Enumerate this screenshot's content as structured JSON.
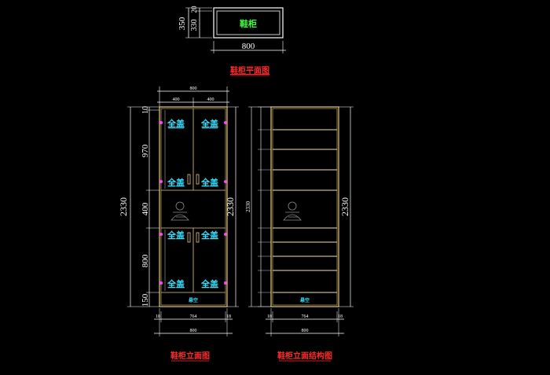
{
  "plan": {
    "box_label": "鞋柜",
    "depth_total": "350",
    "depth_top": "20",
    "depth_inner": "330",
    "width": "800",
    "caption": "鞋柜平面图"
  },
  "front": {
    "width_total": "800",
    "width_left": "400",
    "width_right": "400",
    "heights": [
      "10",
      "970",
      "400",
      "800",
      "150"
    ],
    "height_total": "2330",
    "door_label": "全盖",
    "base_label": "悬空",
    "bottom_left": "18",
    "bottom_inner": "764",
    "bottom_right": "18",
    "bottom_total": "800",
    "caption": "鞋柜立面图"
  },
  "structure": {
    "height_total": "2330",
    "base_label": "悬空",
    "bottom_left": "18",
    "bottom_inner": "764",
    "bottom_right": "18",
    "bottom_total": "800",
    "caption": "鞋柜立面结构图"
  },
  "colors": {
    "cabinet_line": "#e6c97a",
    "shelf_line": "#f2e3b0",
    "dim_line": "#ffffff",
    "caption": "#ff2a2a",
    "door_text": "#33e0ff",
    "plan_label": "#3cff3c",
    "hinge": "#ff44ff"
  }
}
